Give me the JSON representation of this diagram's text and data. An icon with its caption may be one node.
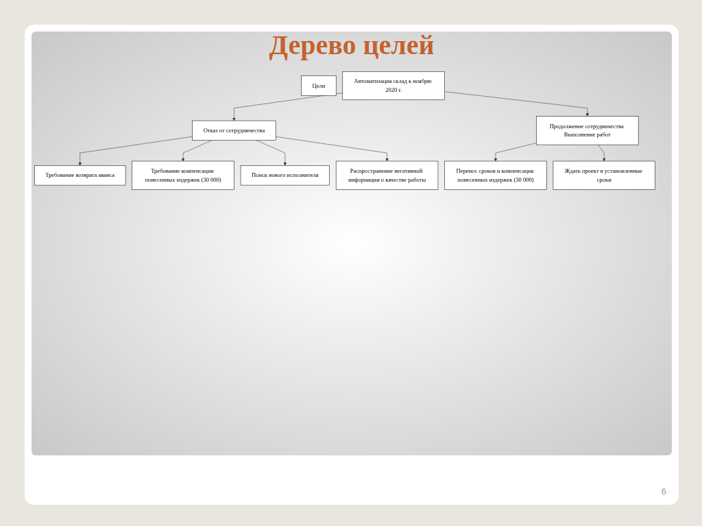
{
  "diagram": {
    "title": "Дерево целей",
    "nodes": [
      {
        "text": [
          "Цели"
        ]
      },
      {
        "text": [
          "Автоматизация склад к ноябрю 2020 г."
        ]
      },
      {
        "text": [
          "Отказ от сотрудничества"
        ]
      },
      {
        "text": [
          "Продолжение сотрудничества Выполнение работ"
        ]
      },
      {
        "text": [
          "Требование возврата аванса"
        ]
      },
      {
        "text": [
          "Требование компенсации понесенных издержек (30 000)"
        ]
      },
      {
        "text": [
          "Поиск нового исполнителя"
        ]
      },
      {
        "text": [
          "Распространение негативной информации о качестве работы"
        ]
      },
      {
        "text": [
          "Перенос сроков и компенсация понесенных издержек (30 000)"
        ]
      },
      {
        "text": [
          "Ждать проект в установленные сроки"
        ]
      }
    ],
    "edges": [
      {
        "from": 1,
        "to": 2,
        "arrow": "to"
      },
      {
        "from": 1,
        "to": 3,
        "arrow": "to"
      },
      {
        "from": 2,
        "to": 4,
        "arrow": "to"
      },
      {
        "from": 2,
        "to": 5,
        "arrow": "to"
      },
      {
        "from": 2,
        "to": 6,
        "arrow": "to"
      },
      {
        "from": 2,
        "to": 7,
        "arrow": "to"
      },
      {
        "from": 3,
        "to": 8,
        "arrow": "to"
      },
      {
        "from": 3,
        "to": 9,
        "arrow": "to"
      }
    ],
    "labels": [
      "6"
    ]
  }
}
